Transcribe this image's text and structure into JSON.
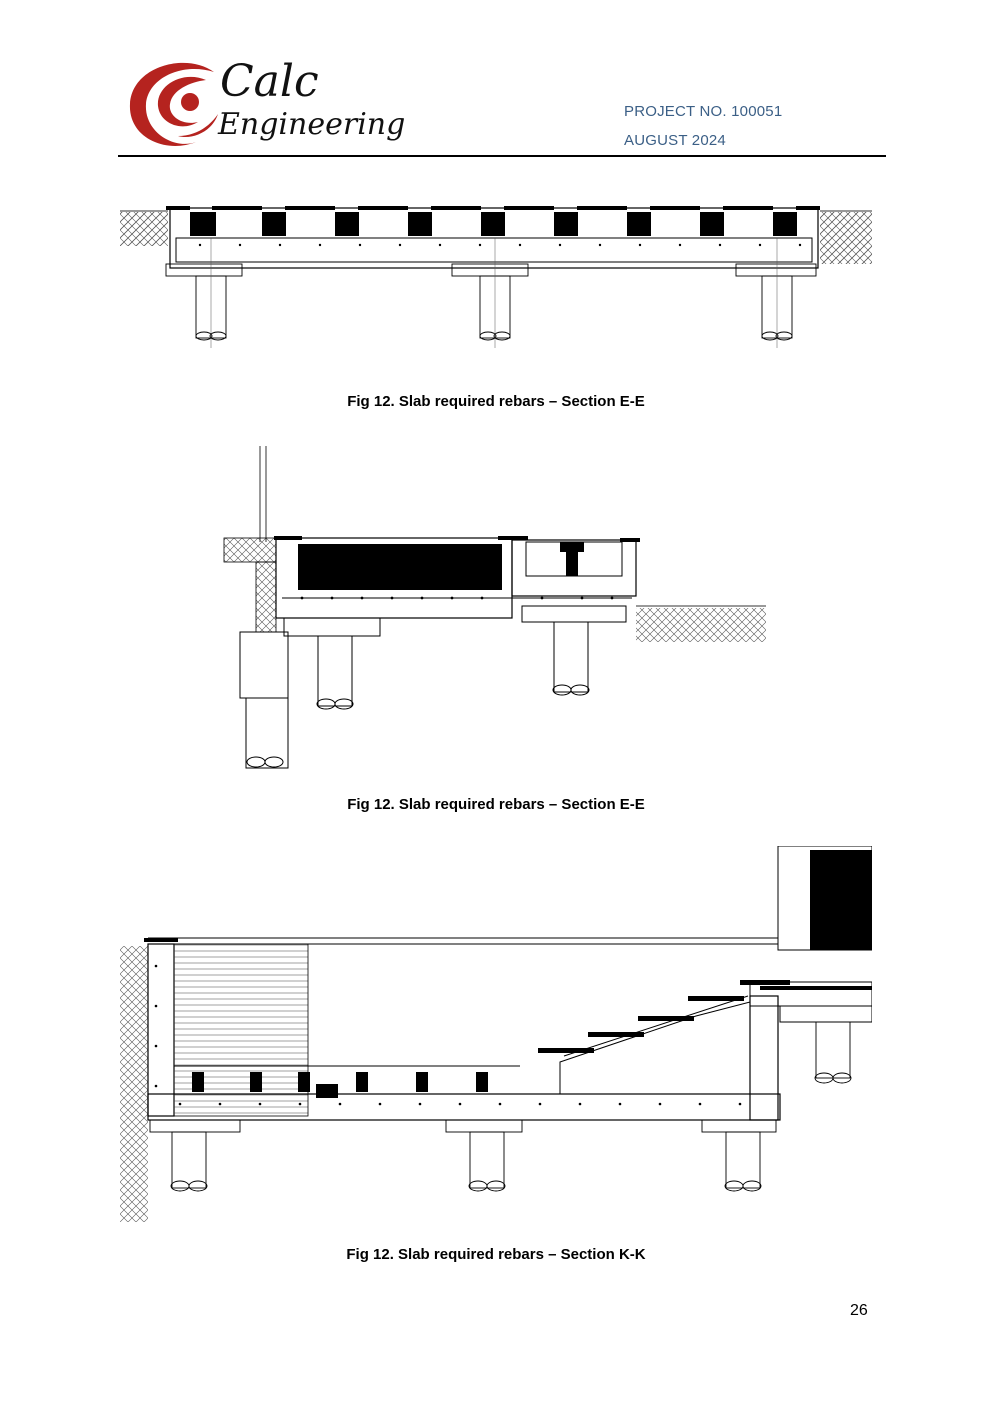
{
  "header": {
    "logo_line1": "Calc",
    "logo_line2": "Engineering",
    "project_no": "PROJECT NO. 100051",
    "date": "AUGUST 2024",
    "brand_color": "#b5231f",
    "text_color": "#3b5f86"
  },
  "figures": [
    {
      "caption": "Fig 12. Slab required rebars – Section E-E"
    },
    {
      "caption": "Fig 12. Slab required rebars – Section E-E"
    },
    {
      "caption": "Fig 12. Slab required rebars – Section K-K"
    }
  ],
  "page_number": "26"
}
